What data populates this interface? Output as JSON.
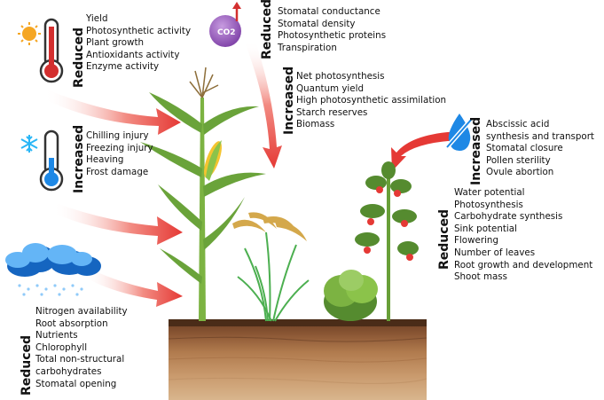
{
  "groups": {
    "heat": {
      "label": "Reduced",
      "items": [
        "Yield",
        "Photosynthetic activity",
        "Plant growth",
        "Antioxidants activity",
        "Enzyme activity"
      ]
    },
    "cold": {
      "label": "Increased",
      "items": [
        "Chilling injury",
        "Freezing injury",
        "Heaving",
        "Frost damage"
      ]
    },
    "flood": {
      "label": "Reduced",
      "items": [
        "Nitrogen availability",
        "Root absorption",
        "Nutrients",
        "Chlorophyll",
        "Total non-structural",
        "carbohydrates",
        "Stomatal opening"
      ]
    },
    "co2_reduced": {
      "label": "Reduced",
      "items": [
        "Stomatal conductance",
        "Stomatal density",
        "Photosynthetic proteins",
        "Transpiration"
      ]
    },
    "co2_increased": {
      "label": "Increased",
      "items": [
        "Net photosynthesis",
        "Quantum yield",
        "High photosynthetic assimilation",
        "Starch reserves",
        "Biomass"
      ]
    },
    "drought_increased": {
      "label": "Increased",
      "items": [
        "Abscissic acid",
        "synthesis and transport",
        "Stomatal closure",
        "Pollen sterility",
        "Ovule abortion"
      ]
    },
    "drought_reduced": {
      "label": "Reduced",
      "items": [
        "Water potential",
        "Photosynthesis",
        "Carbohydrate synthesis",
        "Sink potential",
        "Flowering",
        "Number of leaves",
        "Root growth and development",
        "Shoot mass"
      ]
    }
  },
  "co2_icon_text": "CO2",
  "icons": {
    "sun": "sun-icon",
    "snow": "snowflake-icon",
    "hot_thermo": "hot-thermometer-icon",
    "cold_thermo": "cold-thermometer-icon",
    "cloud": "rain-cloud-icon",
    "co2": "co2-bubble-icon",
    "drought": "no-water-drop-icon"
  },
  "colors": {
    "arrow": "#e53935",
    "thermo_hot": "#d32f2f",
    "thermo_cold": "#1e88e5",
    "sun": "#f5a623",
    "co2_bubble": "#9b59b6",
    "soil_top": "#5d3a24",
    "plant_green": "#6aa33a"
  }
}
